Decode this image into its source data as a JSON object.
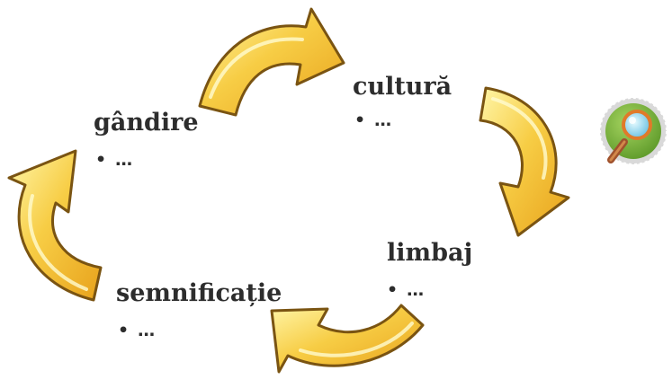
{
  "terms": {
    "cultura": {
      "label": "cultură",
      "item": "…"
    },
    "gandire": {
      "label": "gândire",
      "item": "…"
    },
    "limbaj": {
      "label": "limbaj",
      "item": "…"
    },
    "semnificatie": {
      "label": "semnificație",
      "item": "…"
    }
  },
  "bullet_symbol": "•",
  "icons": {
    "cycle_arrows": "curved-arrow-icon",
    "search": "magnifier-icon"
  },
  "colors": {
    "arrow_light": "#fff6a8",
    "arrow_mid": "#f7cd45",
    "arrow_dark": "#e8a21c",
    "arrow_outline": "#7a5412",
    "badge_green": "#79b43a",
    "badge_ring": "#d9d9d9",
    "text": "#2d2d2d"
  }
}
